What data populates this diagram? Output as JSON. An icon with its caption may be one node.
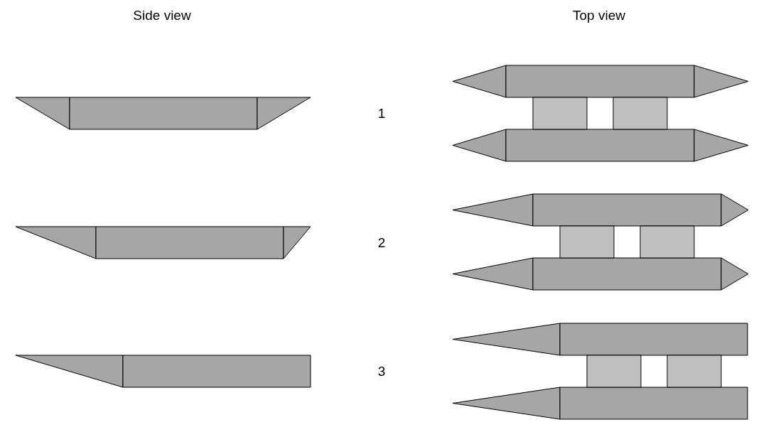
{
  "diagram": {
    "labels": [
      "Side view",
      "Top view",
      "1",
      "2",
      "3"
    ]
  }
}
